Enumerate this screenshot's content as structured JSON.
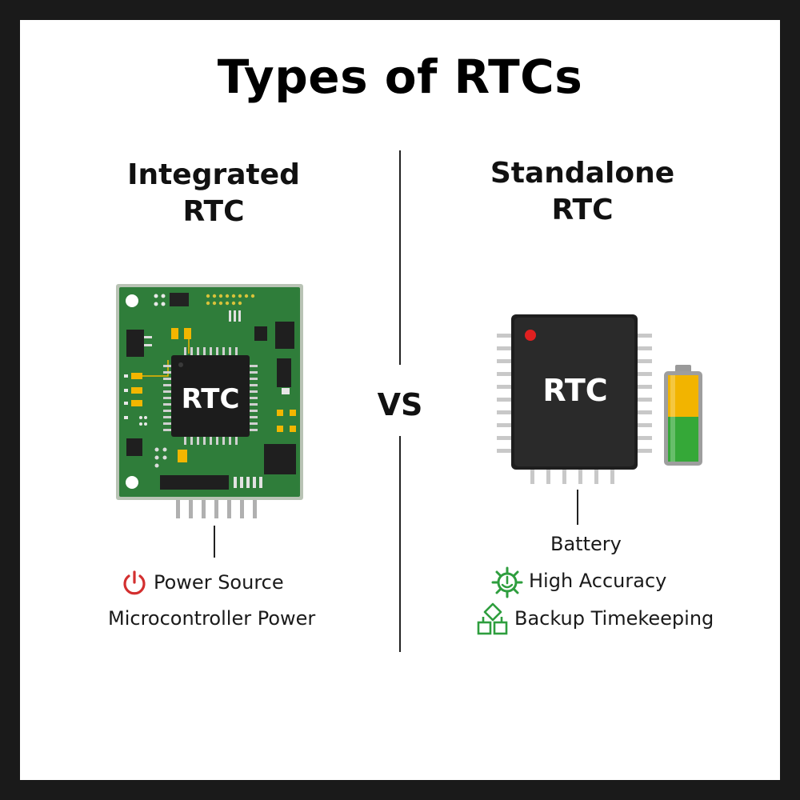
{
  "title": "Types of RTCs",
  "vs_label": "VS",
  "left": {
    "heading_line1": "Integrated",
    "heading_line2": "RTC",
    "chip_label": "RTC",
    "features": [
      {
        "icon": "power-icon",
        "text": "Power Source"
      },
      {
        "icon": "",
        "text": "Microcontroller Power"
      }
    ]
  },
  "right": {
    "heading_line1": "Standalone",
    "heading_line2": "RTC",
    "chip_label": "RTC",
    "connector_label": "Battery",
    "features": [
      {
        "icon": "accuracy-gear-icon",
        "text": "High Accuracy"
      },
      {
        "icon": "backup-blocks-icon",
        "text": "Backup Timekeeping"
      }
    ]
  },
  "colors": {
    "pcb_green": "#2e7d32",
    "chip_black": "#1e1e1e",
    "power_red": "#d32f2f",
    "feature_green": "#2e9e3e",
    "battery_orange": "#f4b400",
    "battery_green": "#34a835"
  }
}
